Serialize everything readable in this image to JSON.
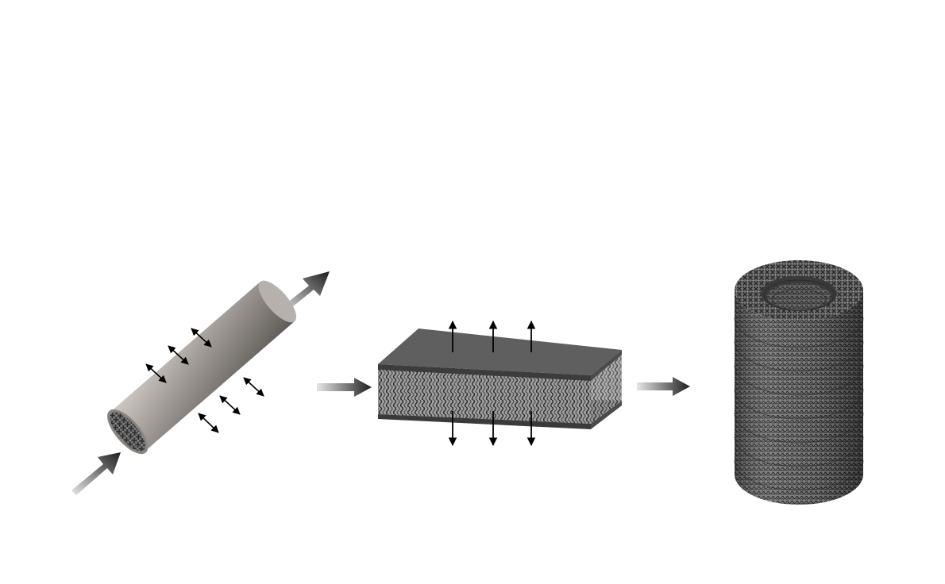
{
  "diagram": {
    "stages": [
      {
        "id": "stage-1",
        "icon": "tube-icon"
      },
      {
        "id": "stage-2",
        "icon": "sandwich-panel-icon"
      },
      {
        "id": "stage-3",
        "icon": "wire-mesh-cylinder-icon"
      }
    ],
    "transitions": [
      {
        "from": "stage-1",
        "to": "stage-2",
        "icon": "arrow-right-icon"
      },
      {
        "from": "stage-2",
        "to": "stage-3",
        "icon": "arrow-right-icon"
      }
    ],
    "colors": {
      "background": "#ffffff",
      "arrow_dark": "#2b2b2b",
      "arrow_light": "#d0d0d0",
      "tube": "#8f8b87",
      "plate": "#5a5a5a",
      "mesh": "#4a4a4a"
    }
  }
}
